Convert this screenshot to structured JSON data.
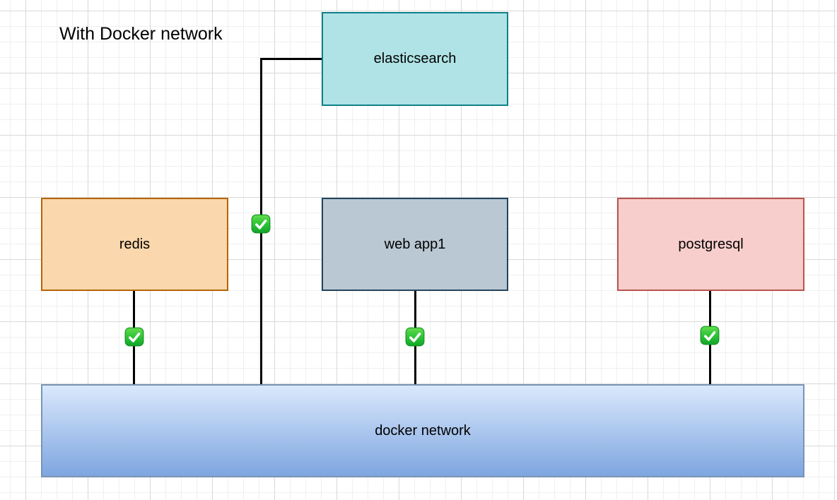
{
  "title": "With Docker network",
  "nodes": {
    "elasticsearch": {
      "label": "elasticsearch",
      "fill": "#b0e3e6",
      "stroke": "#0e8088"
    },
    "redis": {
      "label": "redis",
      "fill": "#fad7ac",
      "stroke": "#b46504"
    },
    "webapp1": {
      "label": "web app1",
      "fill": "#bac8d3",
      "stroke": "#23445d"
    },
    "postgresql": {
      "label": "postgresql",
      "fill": "#f8cecc",
      "stroke": "#b85450"
    },
    "docker_network": {
      "label": "docker network",
      "fill_top": "#dae8fc",
      "fill_bottom": "#7ea6e0",
      "stroke": "#7a94b4"
    }
  },
  "connections": [
    {
      "from": "elasticsearch",
      "to": "docker network",
      "icon": "check-mark-button-icon",
      "icon_color": "#23b129"
    },
    {
      "from": "redis",
      "to": "docker network",
      "icon": "check-mark-button-icon",
      "icon_color": "#23b129"
    },
    {
      "from": "web app1",
      "to": "docker network",
      "icon": "check-mark-button-icon",
      "icon_color": "#23b129"
    },
    {
      "from": "postgresql",
      "to": "docker network",
      "icon": "check-mark-button-icon",
      "icon_color": "#23b129"
    }
  ],
  "edge_color": "#000000"
}
